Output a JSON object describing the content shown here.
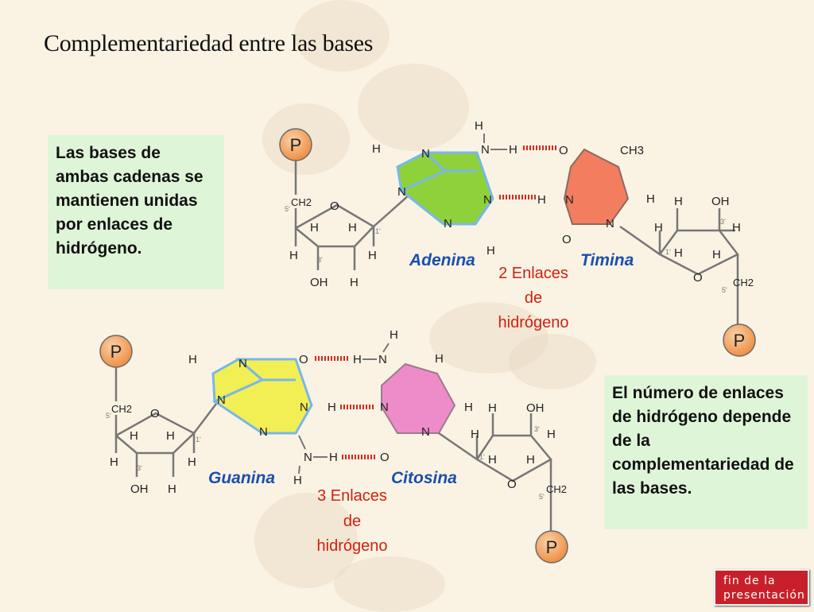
{
  "title": "Complementariedad entre las bases",
  "left_box": "Las bases de ambas cadenas se mantienen unidas por enlaces de hidrógeno.",
  "right_box": "El número de enlaces de hidrógeno depende de la complementariedad de las bases.",
  "end_button": {
    "line1": "fin de la",
    "line2": "presentación"
  },
  "pair1": {
    "base_left": "Adenina",
    "base_right": "Timina",
    "bonds_line1": "2 Enlaces",
    "bonds_line2": "de",
    "bonds_line3": "hidrógeno"
  },
  "pair2": {
    "base_left": "Guanina",
    "base_right": "Citosina",
    "bonds_line1": "3 Enlaces",
    "bonds_line2": "de",
    "bonds_line3": "hidrógeno"
  },
  "atoms": {
    "phosphate": "P",
    "carbon_h2": "CH2",
    "methyl": "CH3",
    "oxygen": "O",
    "nitrogen": "N",
    "hydrogen": "H",
    "hydroxyl": "OH",
    "pos_5": "5'",
    "pos_3": "3'",
    "pos_1": "1'"
  },
  "colors": {
    "adenine": "#8fd13a",
    "thymine": "#f27e5f",
    "guanine": "#f2ef55",
    "cytosine": "#ee8cc9",
    "hydrogen_bond": "#d42a1a",
    "phosphate_circle": "#f5a56b",
    "textbox": "#dff5d8",
    "button": "#c8202a",
    "label_blue": "#1b4fae",
    "label_red": "#d2200f"
  }
}
